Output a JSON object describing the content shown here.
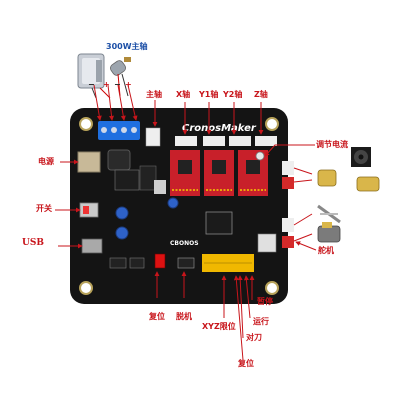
{
  "labels": {
    "spindle_300w": "300W主轴",
    "spindle": "主轴",
    "x_axis": "X轴",
    "y1_axis": "Y1轴",
    "y2_axis": "Y2轴",
    "z_axis": "Z轴",
    "current_adjust": "调节电流",
    "power": "电源",
    "switch": "开关",
    "usb": "USB",
    "servo": "舵机",
    "reset_left": "复位",
    "offline": "脱机",
    "xyz_limit": "XYZ限位",
    "pause": "暂停",
    "run": "运行",
    "tool_set": "对刀",
    "reset_bottom": "复位"
  },
  "board": {
    "brand": "CronosMaker",
    "chip_mark": "CBONOS",
    "terminal_signs": [
      "−",
      "+",
      "−",
      "+"
    ]
  },
  "colors": {
    "pointer": "#c8151b",
    "label_spindle_300w": "#1c4fa6",
    "label_text": "#c8151b",
    "pcb": "#141414",
    "stepper_driver": "#c8202a",
    "terminal_block": "#1f6fe0",
    "header_yellow": "#f0b800",
    "connector_white": "#eeeeee",
    "connector_red": "#d42a2a"
  }
}
